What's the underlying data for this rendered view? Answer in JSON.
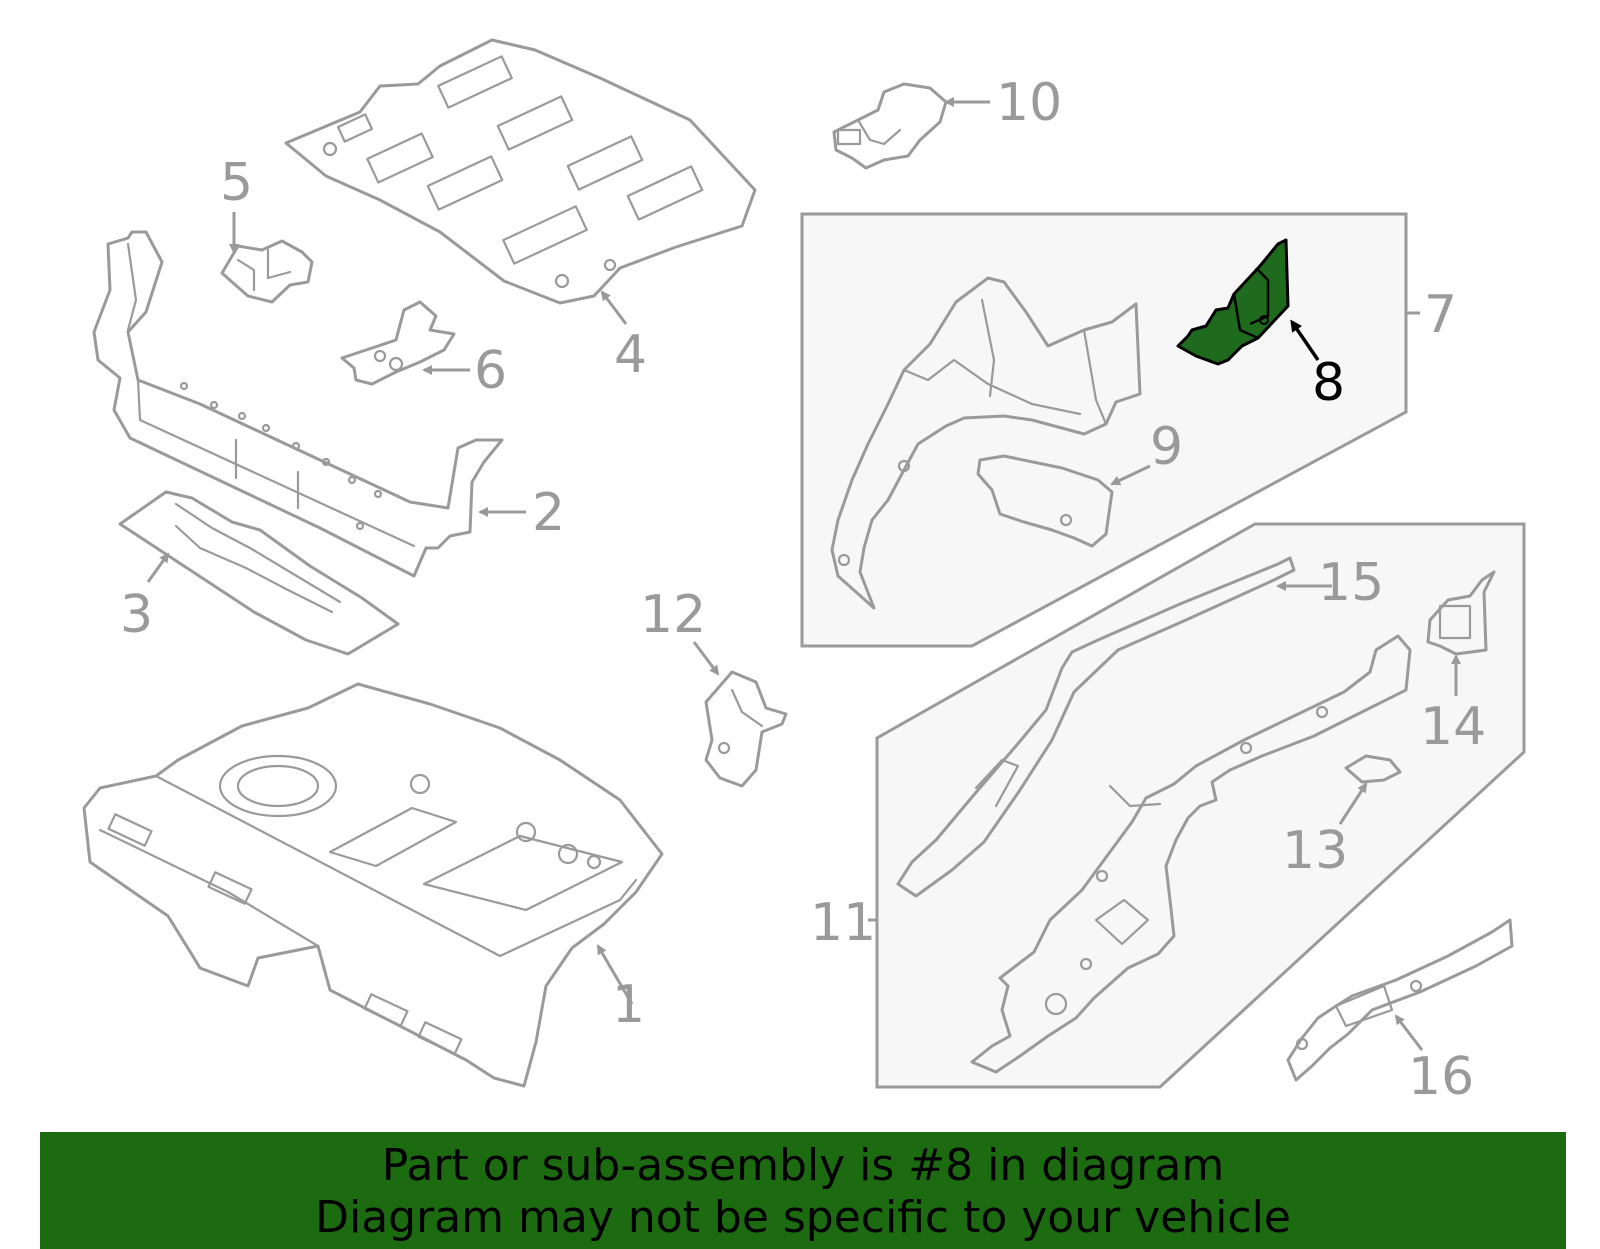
{
  "callouts": {
    "c1": "1",
    "c2": "2",
    "c3": "3",
    "c4": "4",
    "c5": "5",
    "c6": "6",
    "c7": "7",
    "c8": "8",
    "c9": "9",
    "c10": "10",
    "c11": "11",
    "c12": "12",
    "c13": "13",
    "c14": "14",
    "c15": "15",
    "c16": "16"
  },
  "highlighted_part": "8",
  "colors": {
    "highlight_fill": "#1e6b1e",
    "footer_background": "#1c6b10",
    "line_gray": "#9a9a9a"
  },
  "footer": {
    "line1": "Part or sub-assembly is #8 in diagram",
    "line2": "Diagram may not be specific to your vehicle"
  }
}
